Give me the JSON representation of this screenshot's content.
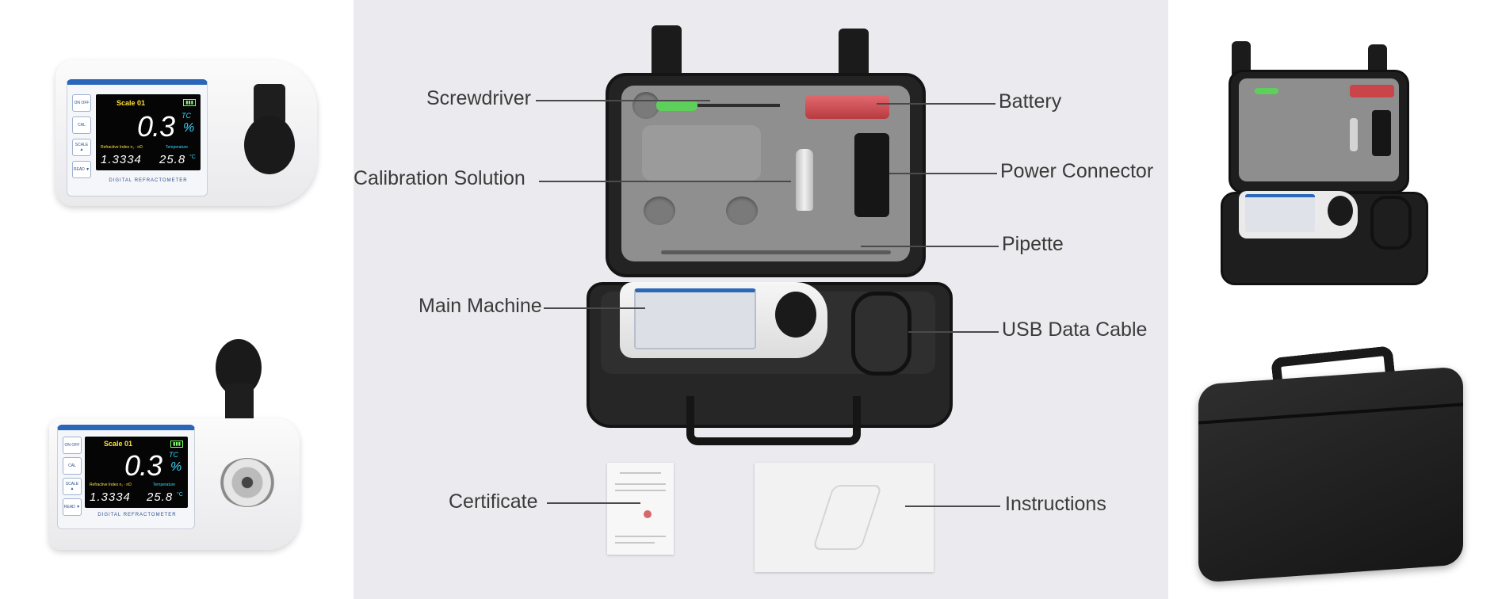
{
  "device": {
    "keys": [
      "ON OFF",
      "CAL",
      "SCALE ▲",
      "READ ▼"
    ],
    "screen": {
      "scale": "Scale 01",
      "battery": "▮▮▮",
      "reading": "0.3",
      "tc": "TC",
      "unit": "%",
      "left_label": "Refractive Index n₁ · nD",
      "right_label": "Temperature",
      "refractive_index": "1.3334",
      "temperature": "25.8",
      "temp_unit": "°C"
    },
    "brand": "DIGITAL REFRACTOMETER"
  },
  "callouts": {
    "screwdriver": "Screwdriver",
    "calibration": "Calibration Solution",
    "main_machine": "Main Machine",
    "certificate": "Certificate",
    "battery": "Battery",
    "power": "Power Connector",
    "pipette": "Pipette",
    "usb": "USB Data Cable",
    "instructions": "Instructions"
  },
  "colors": {
    "accent_blue": "#2a67b8",
    "case_black": "#232323",
    "foam_grey": "#8f8f8f",
    "screwdriver_green": "#5fcf5b",
    "battery_red": "#c9454a"
  }
}
